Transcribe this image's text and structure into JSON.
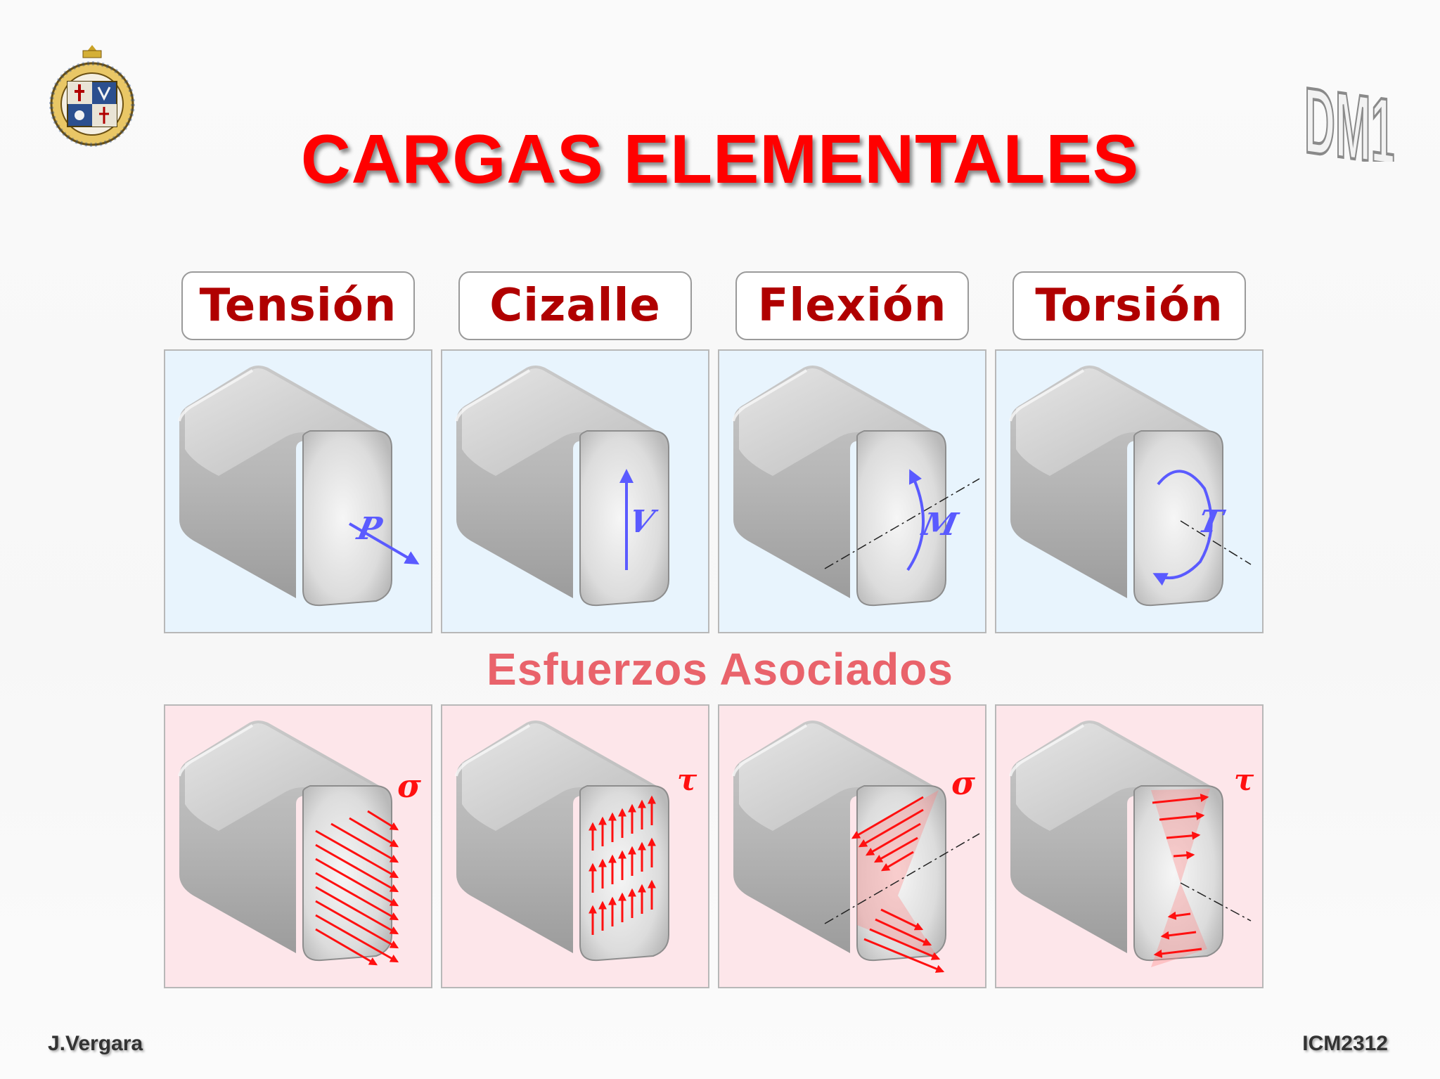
{
  "title": "CARGAS ELEMENTALES",
  "subtitle": "Esfuerzos Asociados",
  "load_types": [
    {
      "label": "Tensión",
      "symbol": "P",
      "stress_symbol": "σ"
    },
    {
      "label": "Cizalle",
      "symbol": "V",
      "stress_symbol": "τ"
    },
    {
      "label": "Flexión",
      "symbol": "M",
      "stress_symbol": "σ"
    },
    {
      "label": "Torsión",
      "symbol": "T",
      "stress_symbol": "τ"
    }
  ],
  "footer": {
    "author": "J.Vergara",
    "course": "ICM2312"
  },
  "corner_logo_text": "DM1",
  "colors": {
    "title": "#ff0000",
    "label": "#b00000",
    "subtitle": "#e9636b",
    "load_arrow": "#5a5aff",
    "stress_arrow": "#ff1010",
    "load_panel": "#e8f4fd",
    "stress_panel": "#fde6ea"
  }
}
